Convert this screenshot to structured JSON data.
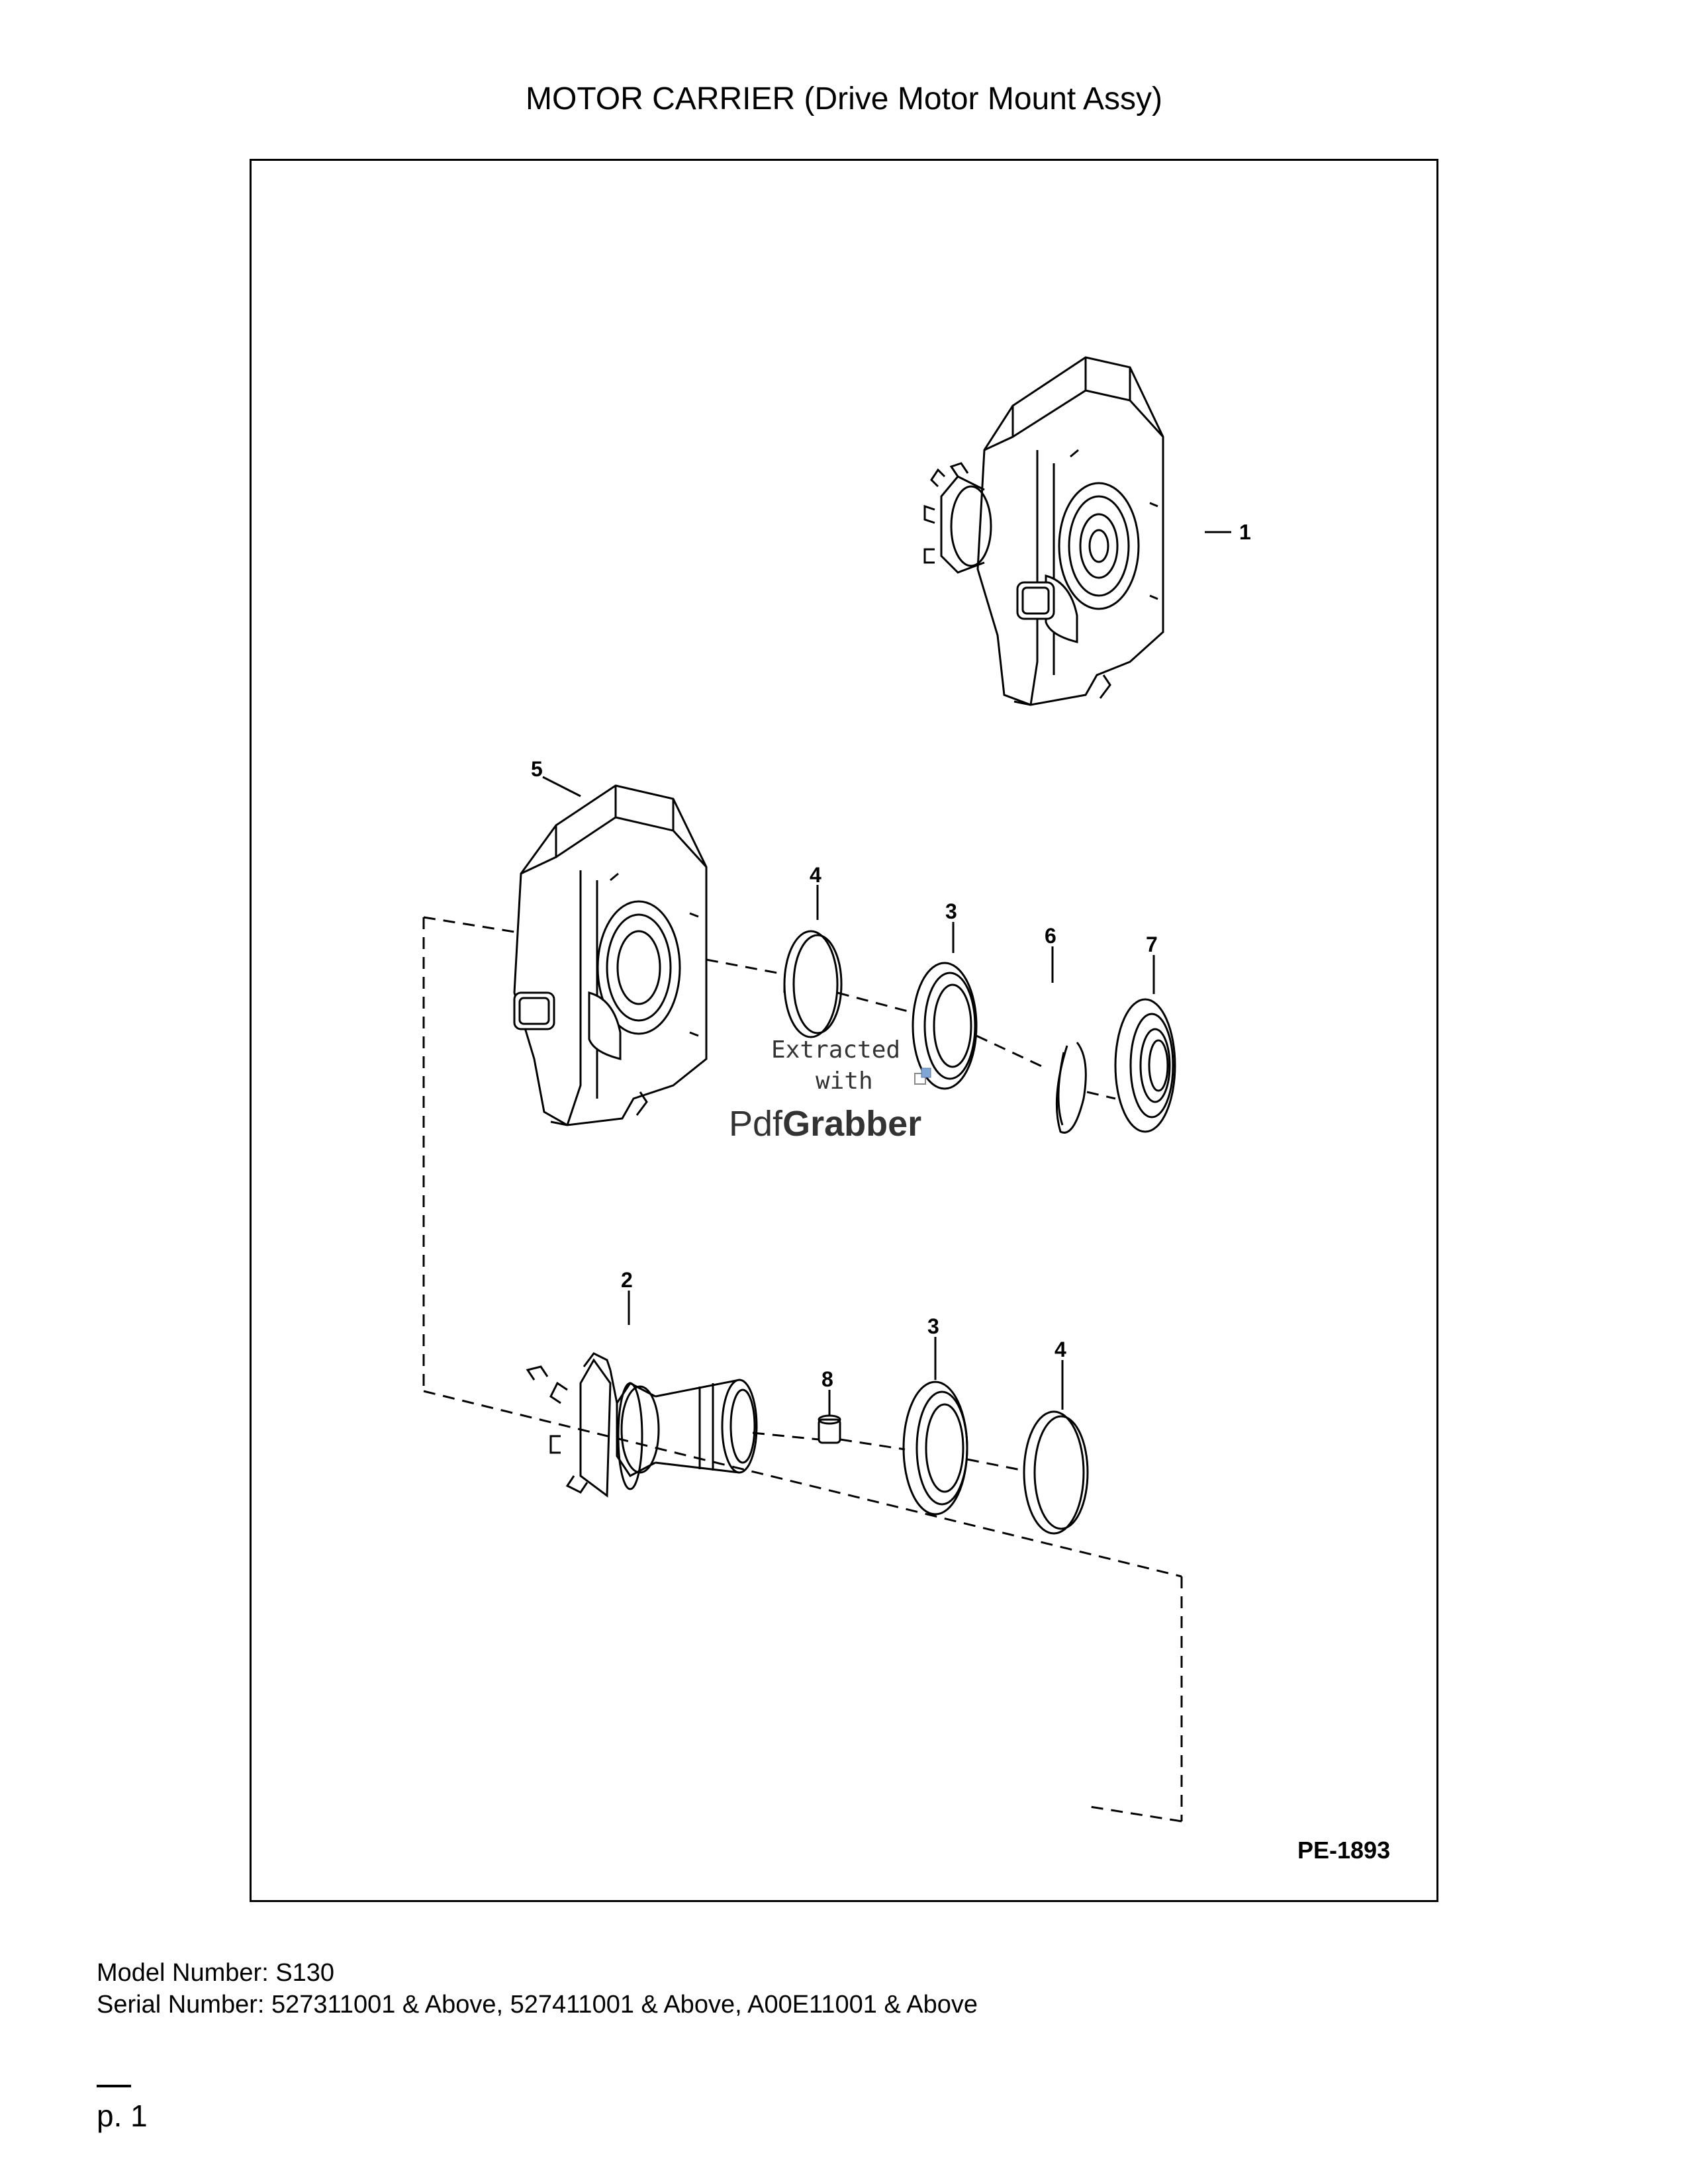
{
  "header": {
    "title": "MOTOR CARRIER (Drive Motor Mount Assy)"
  },
  "diagram": {
    "reference_code": "PE-1893",
    "callouts": [
      "1",
      "2",
      "3",
      "3",
      "4",
      "4",
      "5",
      "6",
      "7",
      "8"
    ],
    "watermark": {
      "line1": "Extracted",
      "line2": "with",
      "brand_a": "Pdf",
      "brand_b": "Grabber"
    }
  },
  "footer": {
    "model": "Model Number: S130",
    "serial": "Serial Number: 527311001 & Above, 527411001 & Above, A00E11001 & Above",
    "page": "p. 1"
  }
}
